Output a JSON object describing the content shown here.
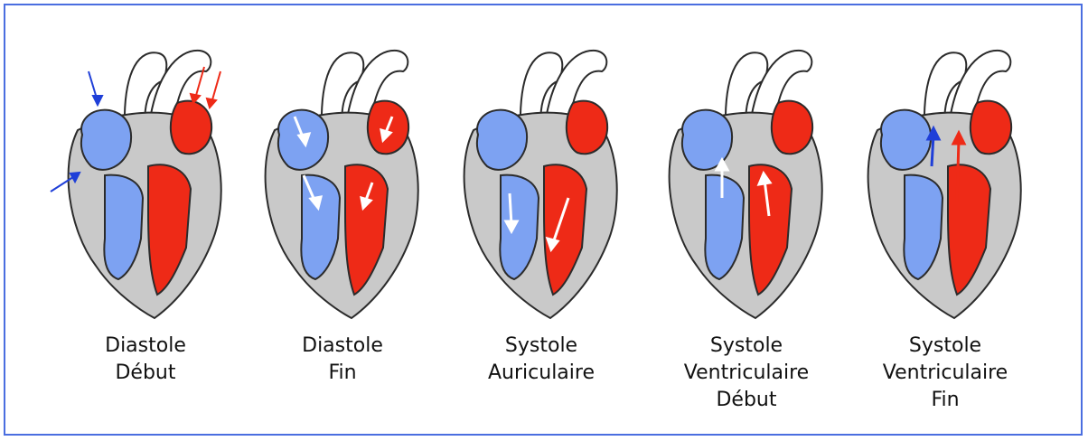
{
  "colors": {
    "frame": "#4a6ee0",
    "right_heart": "#7da2f2",
    "left_heart": "#ee2a17",
    "wall": "#c9c9c9",
    "outline": "#2b2b2b",
    "arrow_blue": "#1f3fd8",
    "arrow_white": "#ffffff"
  },
  "phases": [
    {
      "line1": "Diastole",
      "line2": "Début",
      "line3": ""
    },
    {
      "line1": "Diastole",
      "line2": "Fin",
      "line3": ""
    },
    {
      "line1": "Systole",
      "line2": "Auriculaire",
      "line3": ""
    },
    {
      "line1": "Systole",
      "line2": "Ventriculaire",
      "line3": "Début"
    },
    {
      "line1": "Systole",
      "line2": "Ventriculaire",
      "line3": "Fin"
    }
  ]
}
